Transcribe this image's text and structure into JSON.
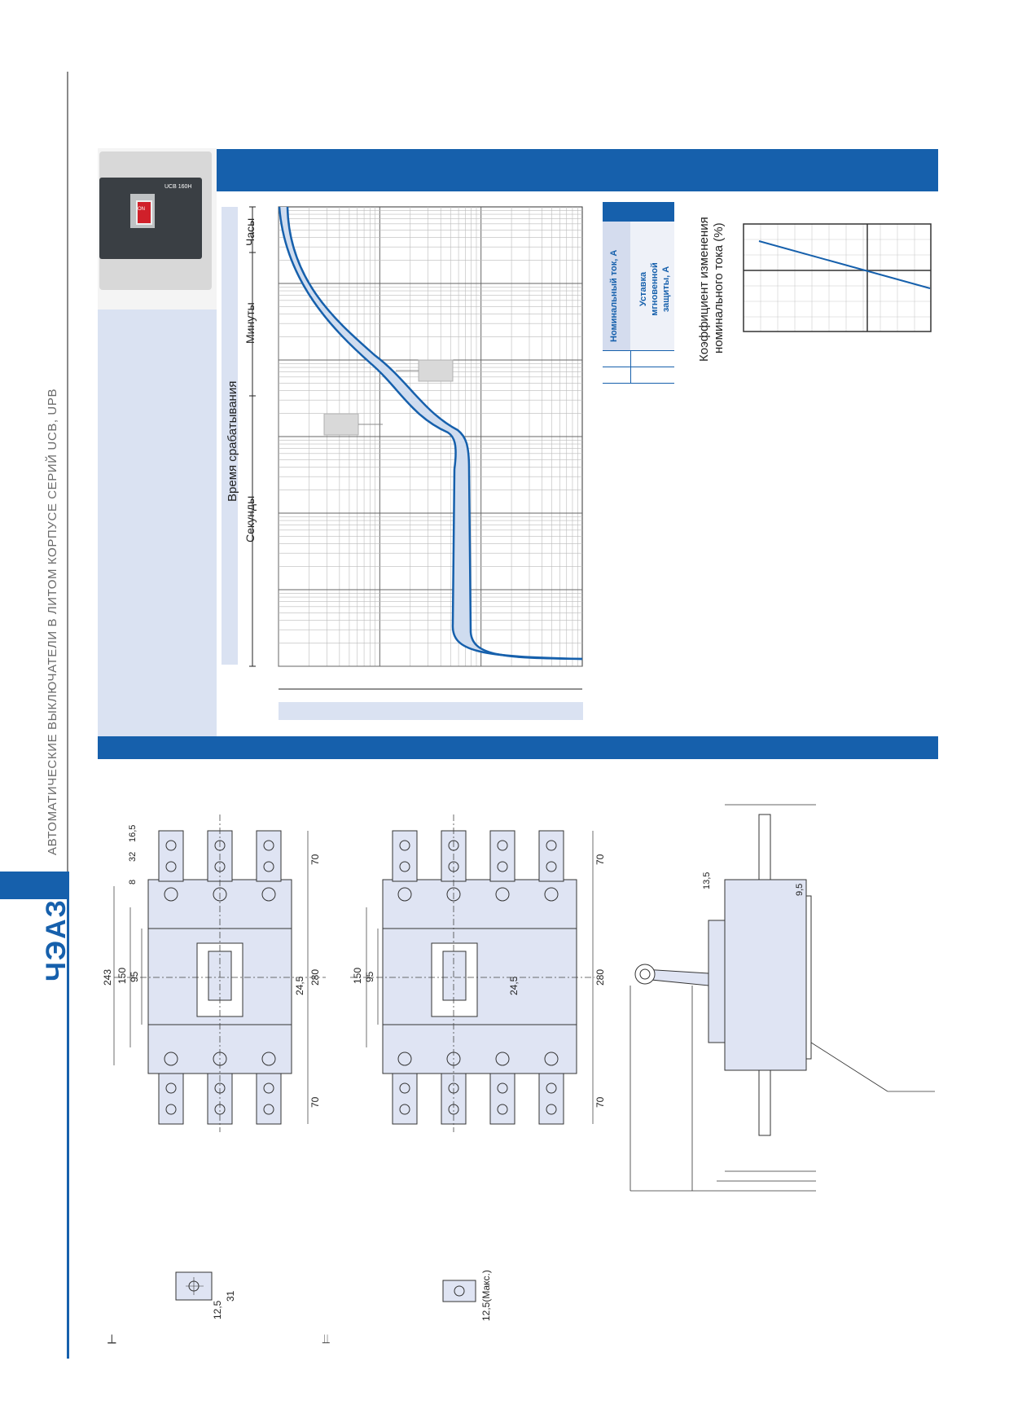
{
  "header": {
    "series_title": "АВТОМАТИЧЕСКИЕ ВЫКЛЮЧАТЕЛИ В ЛИТОМ КОРПУСЕ СЕРИЙ UCB, UPB",
    "logo_text": "ЧЭАЗ"
  },
  "product_photo": {
    "model_label": "UCB 160H",
    "handle_label": "ON"
  },
  "trip_chart": {
    "y_title": "Время срабатывания",
    "y_ranges": [
      "Часы",
      "Минуты",
      "Секунды"
    ]
  },
  "table": {
    "col1_header": "Номинальный ток, А",
    "col2_header": "Уставка мгновенной защиты, А"
  },
  "temp_chart": {
    "y_title_line1": "Коэффициент изменения",
    "y_title_line2": "номинального тока (%)"
  },
  "drawing_3pole": {
    "dims": [
      "243",
      "150",
      "95",
      "24,5",
      "280",
      "70",
      "70",
      "8",
      "32",
      "16,5"
    ]
  },
  "drawing_4pole": {
    "dims": [
      "150",
      "95",
      "24,5",
      "280",
      "70",
      "70"
    ]
  },
  "side_view": {
    "dims": [
      "13,5",
      "9,5"
    ]
  },
  "terminal_details": {
    "left_dims": [
      "12,5",
      "31"
    ],
    "right_dims": [
      "12,5(Макс.)"
    ]
  },
  "colors": {
    "brand_blue": "#1660ac",
    "panel_blue": "#dae2f2",
    "curve_fill": "#cfdcef",
    "drawing_fill": "#dfe4f3"
  }
}
